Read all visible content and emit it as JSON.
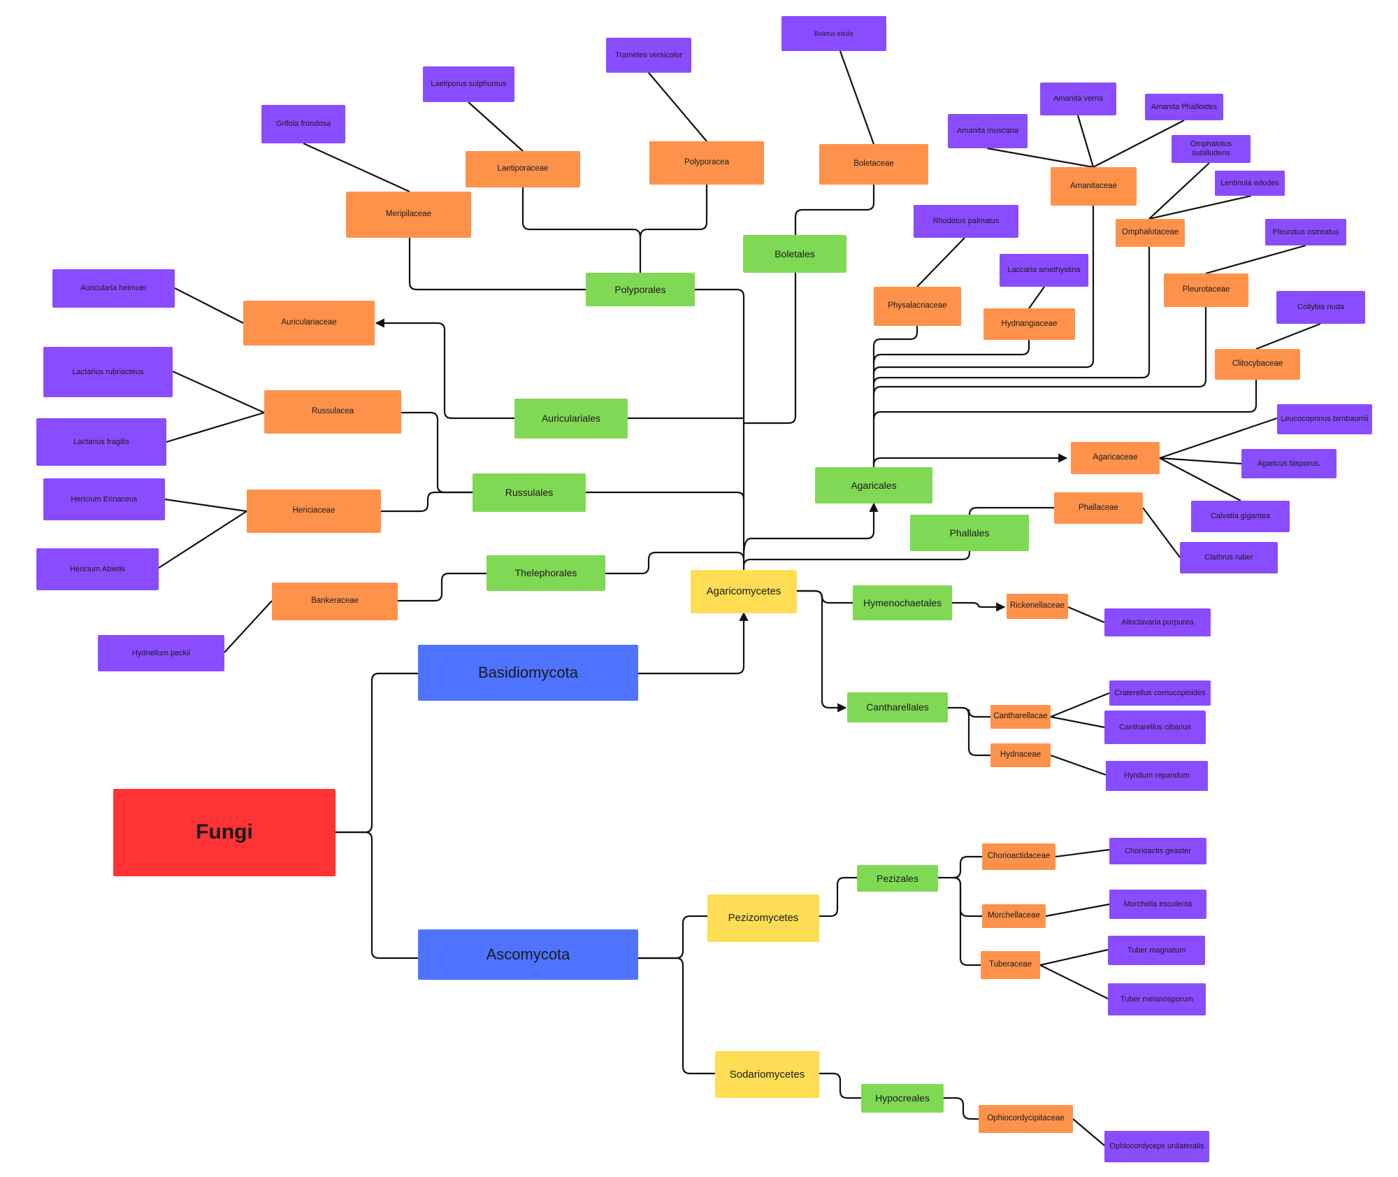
{
  "colors": {
    "root": "#ff3333",
    "phylum": "#4f73ff",
    "class": "#ffdd55",
    "order": "#80d955",
    "family": "#ff924b",
    "species": "#8a4cff",
    "line": "#111111"
  },
  "nodes": {
    "fungi": "Fungi",
    "basidiomycota": "Basidiomycota",
    "ascomycota": "Ascomycota",
    "agaricomycetes": "Agaricomycetes",
    "pezizomycetes": "Pezizomycetes",
    "sodariomycetes": "Sodariomycetes",
    "polyporales": "Polyporales",
    "boletales": "Boletales",
    "auriculariales": "Auriculariales",
    "russulales": "Russulales",
    "thelephorales": "Thelephorales",
    "agaricales": "Agaricales",
    "phallales": "Phallales",
    "hymenochaetales": "Hymenochaetales",
    "cantharellales": "Cantharellales",
    "pezizales": "Pezizales",
    "hypocreales": "Hypocreales",
    "meripilaceae": "Meripilaceae",
    "laetiporaceae": "Laetiporaceae",
    "polyporacea": "Polyporacea",
    "boletaceae": "Boletaceae",
    "auriculariaceae": "Auriculariaceae",
    "russulacea": "Russulacea",
    "hericiaceae": "Hericiaceae",
    "bankeraceae": "Bankeraceae",
    "amanitaceae": "Amanitaceae",
    "omphalotaceae": "Omphalotaceae",
    "physalacriaceae": "Physalacriaceae",
    "hydnangiaceae": "Hydnangiaceae",
    "pleurotaceae": "Pleurotaceae",
    "clitocybaceae": "Clitocybaceae",
    "agaricaceae": "Agaricaceae",
    "phallaceae": "Phallaceae",
    "rickenellaceae": "Rickenellaceae",
    "cantharellacae": "Cantharellacae",
    "hydnaceae": "Hydnaceae",
    "chorioactidaceae": "Chorioactidaceae",
    "morchellaceae": "Morchellaceae",
    "tuberaceae": "Tuberaceae",
    "ophiocordycipitaceae": "Ophiocordycipitaceae",
    "grifola_frondosa": "Grifola frondosa",
    "laetiporus_sulphureus": "Laetiporus sulphureus",
    "trametes_versicolor": "Trametes versicolor",
    "boletus_edulis": "Boletus edulis",
    "auricularia_heimuer": "Auricularia heimuer",
    "lactarius_rubriacteus": "Lactarius rubriacteus",
    "lactarius_fragilis": "Lactarius fragilis",
    "hericium_erinaceus": "Hericium Erinaceus",
    "hericium_abietis": "Hericium Abietis",
    "hydnellum_peckii": "Hydnellum peckii",
    "amanita_muscaria": "Amanita muscaria",
    "amanita_verna": "Amanita verna",
    "amanita_phalloides": "Amanita Phalloides",
    "omphalotus_subilludens": "Omphalotus subilludens",
    "lentinula_edodes": "Lentinula edodes",
    "rhodotus_palmatus": "Rhodotus palmatus",
    "laccaria_amethystina": "Laccaria amethystina",
    "pleurotus_ostreatus": "Pleurotus ostreatus",
    "collybia_nuda": "Collybia nuda",
    "leucocoprinus_birnbaumii": "Leucocoprinus birnbaumii",
    "agaricus_bisporus": "Agaricus bisporus.",
    "calvatia_gigantea": "Calvatia gigantea",
    "clathrus_ruber": "Clathrus ruber",
    "alloclavaria_purpurea": "Alloclavaria purpurea",
    "craterellus_cornucopioides": "Craterellus cornucopioides",
    "cantharellus_cibarius": "Cantharellus cibarius",
    "hyndum_repandum": "Hyndum repandum",
    "chorioactis_geaster": "Chorioactis geaster",
    "morchella_esculenta": "Morchella esculenta",
    "tuber_magnatum": "Tuber magnatum",
    "tuber_melanosporum": "Tuber melanosporum",
    "ophiocordyceps_unilateralis": "Ophiocordyceps unilateralis"
  }
}
